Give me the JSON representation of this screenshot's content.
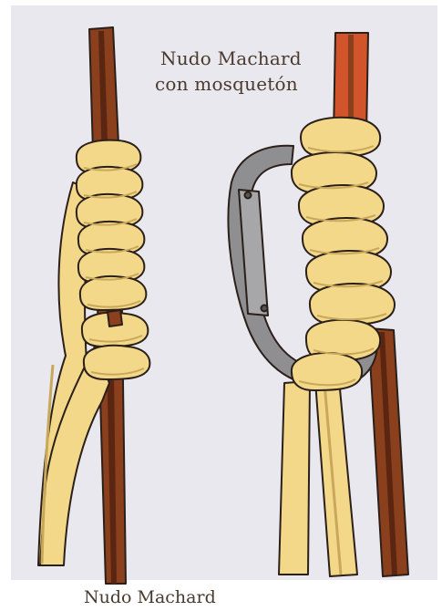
{
  "captions": {
    "right_line1": "Nudo Machard",
    "right_line2": "con mosquetón",
    "left": "Nudo Machard"
  },
  "colors": {
    "paper": "#e9e8ee",
    "rope_brown": "#8a3f1d",
    "rope_brown_dark": "#5a2612",
    "rope_red": "#d2542a",
    "cord_yellow": "#f3d88a",
    "cord_shadow": "#c9a85a",
    "carabiner": "#8f8f92",
    "carabiner_dark": "#555558",
    "outline": "#2b1f1a",
    "caption_text": "#4a3a2e"
  },
  "figures": [
    {
      "name": "machard-knot",
      "caption_ref": "left",
      "wraps": 8
    },
    {
      "name": "machard-knot-with-carabiner",
      "caption_ref": "right",
      "wraps": 8
    }
  ]
}
